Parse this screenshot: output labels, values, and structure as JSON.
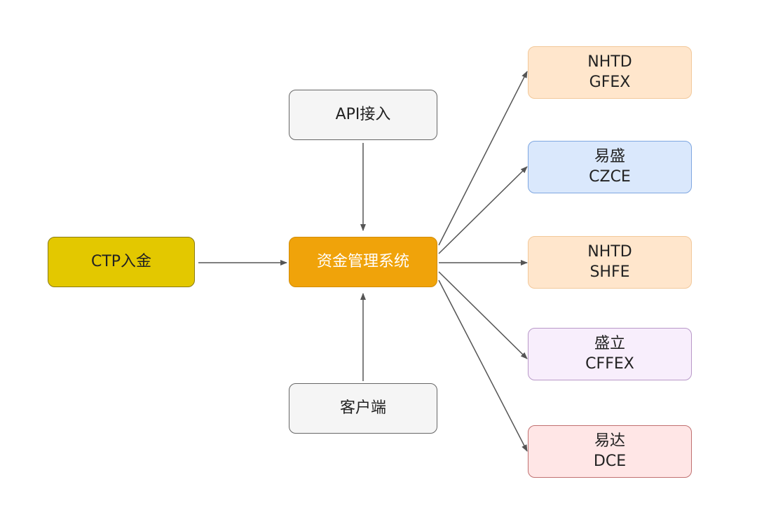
{
  "diagram": {
    "nodes": {
      "ctp": {
        "label": "CTP入金"
      },
      "core": {
        "label": "资金管理系统"
      },
      "api": {
        "label": "API接入"
      },
      "client": {
        "label": "客户端"
      },
      "r1": {
        "line1": "NHTD",
        "line2": "GFEX"
      },
      "r2": {
        "line1": "易盛",
        "line2": "CZCE"
      },
      "r3": {
        "line1": "NHTD",
        "line2": "SHFE"
      },
      "r4": {
        "line1": "盛立",
        "line2": "CFFEX"
      },
      "r5": {
        "line1": "易达",
        "line2": "DCE"
      }
    },
    "edges": [
      {
        "from": "ctp",
        "to": "core"
      },
      {
        "from": "api",
        "to": "core"
      },
      {
        "from": "client",
        "to": "core"
      },
      {
        "from": "core",
        "to": "r1"
      },
      {
        "from": "core",
        "to": "r2"
      },
      {
        "from": "core",
        "to": "r3"
      },
      {
        "from": "core",
        "to": "r4"
      },
      {
        "from": "core",
        "to": "r5"
      }
    ],
    "colors": {
      "edge": "#555555",
      "core": "#f0a30a",
      "ctp": "#e3c800"
    }
  }
}
